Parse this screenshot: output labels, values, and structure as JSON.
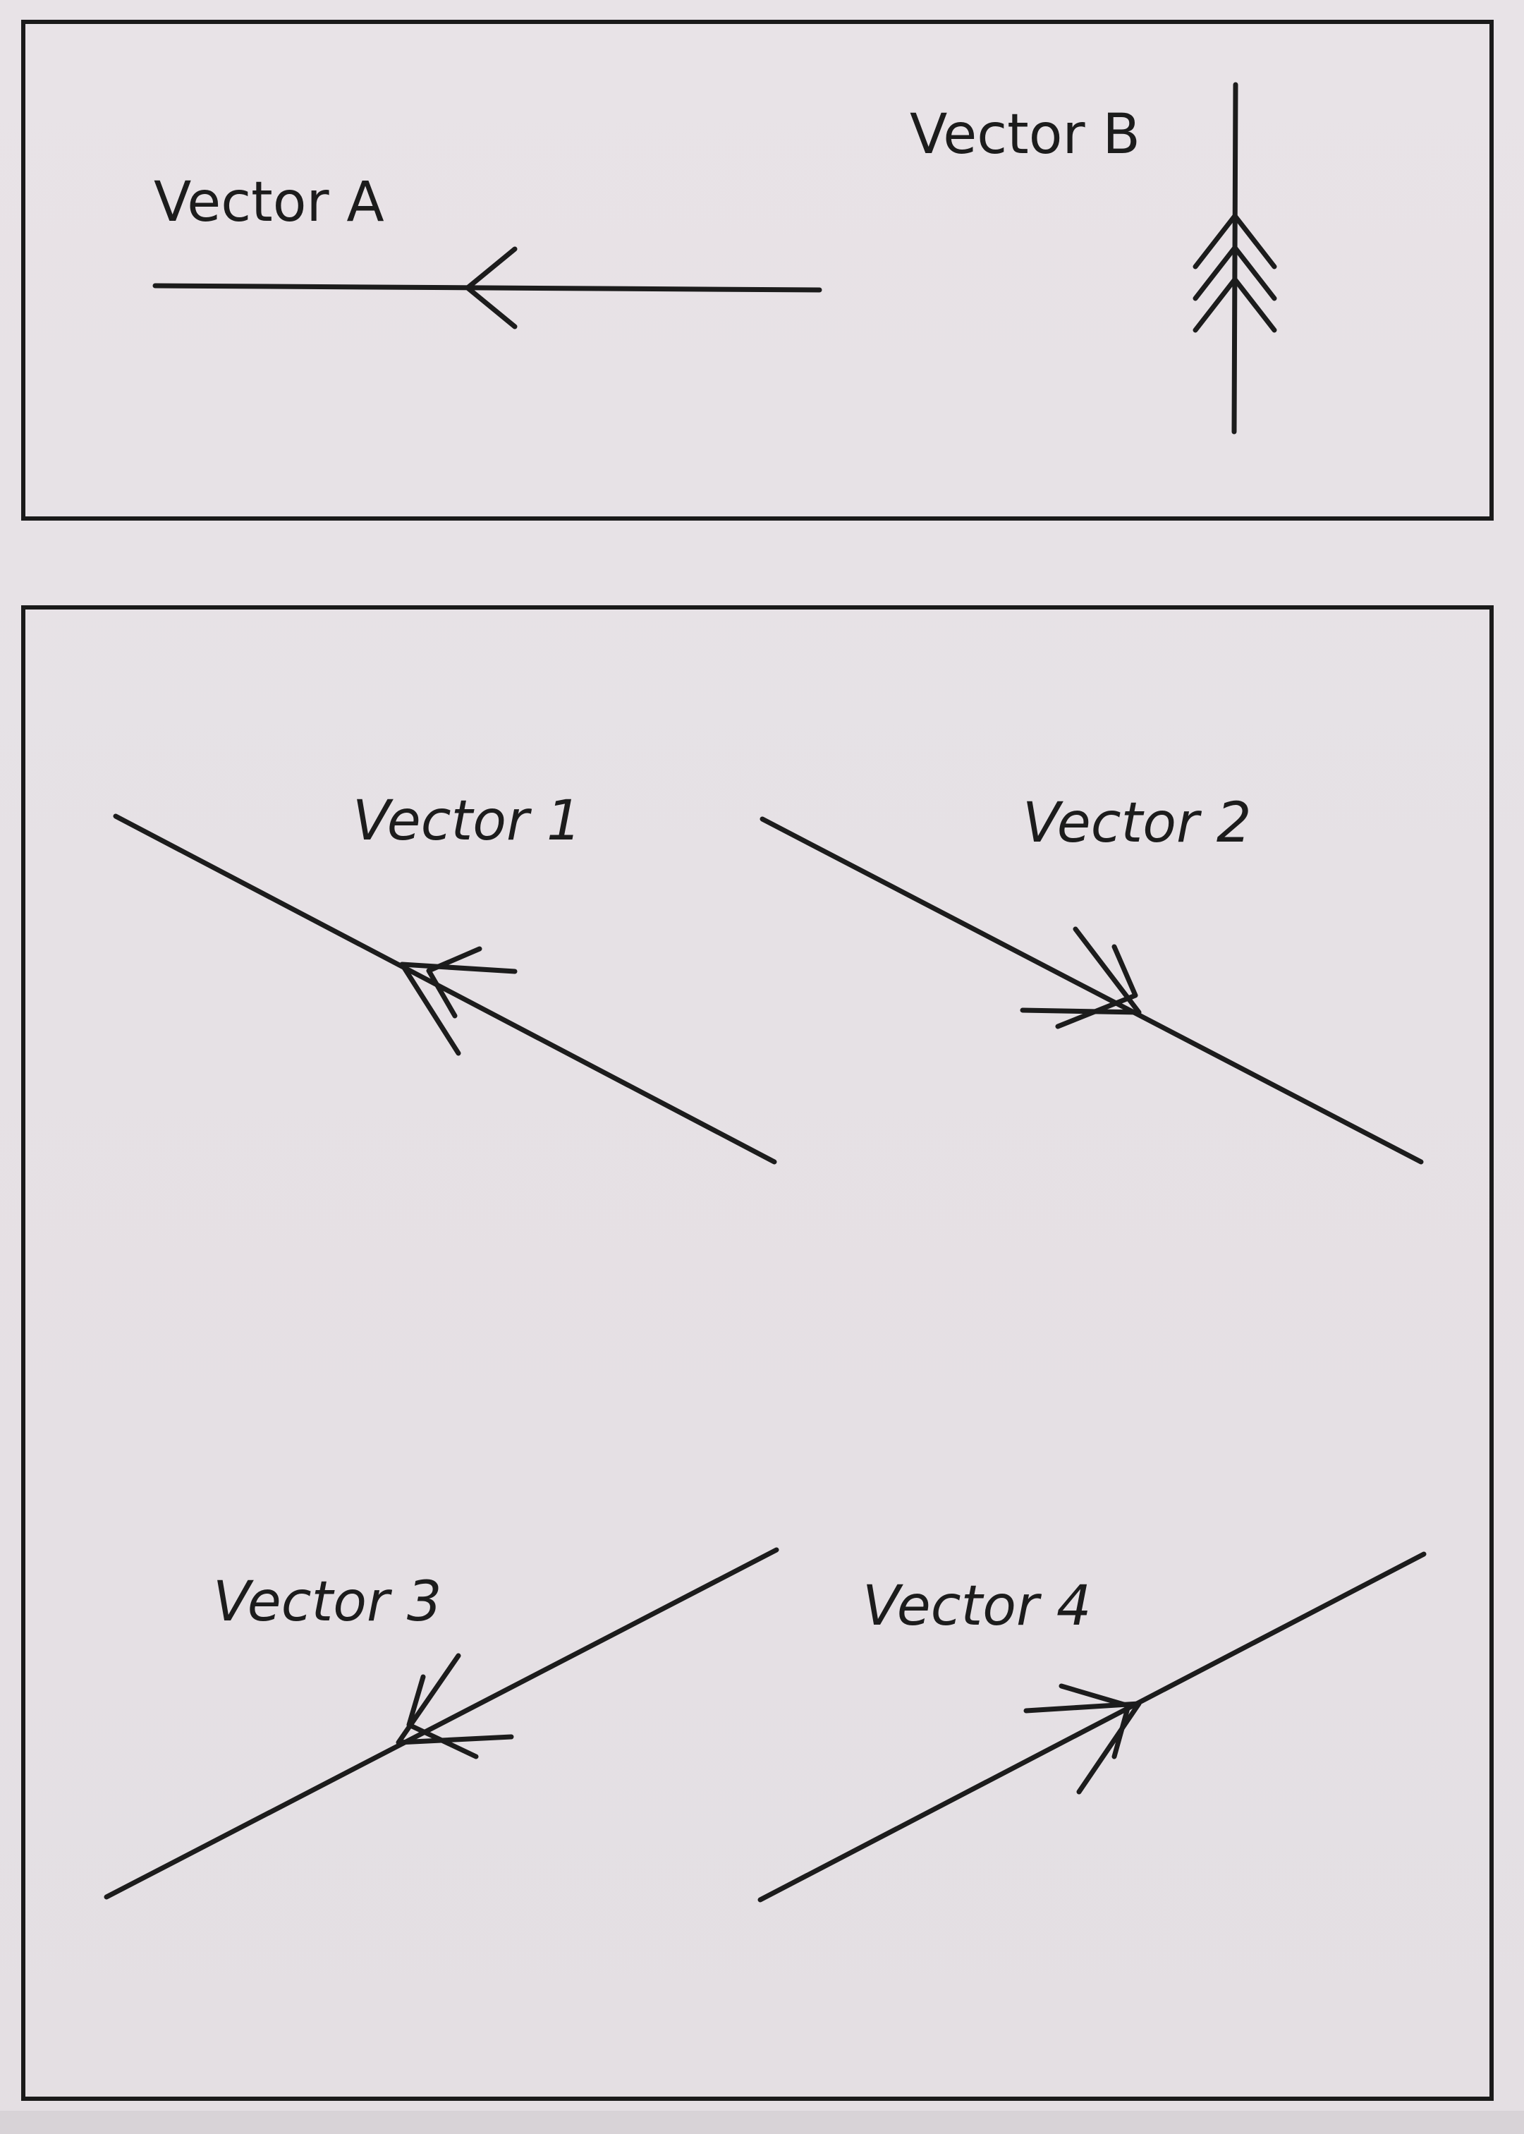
{
  "labels": {
    "vector_a": "Vector A",
    "vector_b": "Vector B",
    "vector_1": "Vector 1",
    "vector_2": "Vector 2",
    "vector_3": "Vector 3",
    "vector_4": "Vector 4"
  },
  "colors": {
    "stroke": "#1c1c1c",
    "paper": "#e6e1e5"
  },
  "vectors": [
    {
      "id": "vector-a",
      "label": "Vector A",
      "direction": "left",
      "arrowheads": 1
    },
    {
      "id": "vector-b",
      "label": "Vector B",
      "direction": "up",
      "arrowheads": 3
    },
    {
      "id": "vector-1",
      "label": "Vector 1",
      "direction": "up-left",
      "arrowheads": 2
    },
    {
      "id": "vector-2",
      "label": "Vector 2",
      "direction": "down-right",
      "arrowheads": 2
    },
    {
      "id": "vector-3",
      "label": "Vector 3",
      "direction": "down-left",
      "arrowheads": 2
    },
    {
      "id": "vector-4",
      "label": "Vector 4",
      "direction": "up-right",
      "arrowheads": 2
    }
  ]
}
